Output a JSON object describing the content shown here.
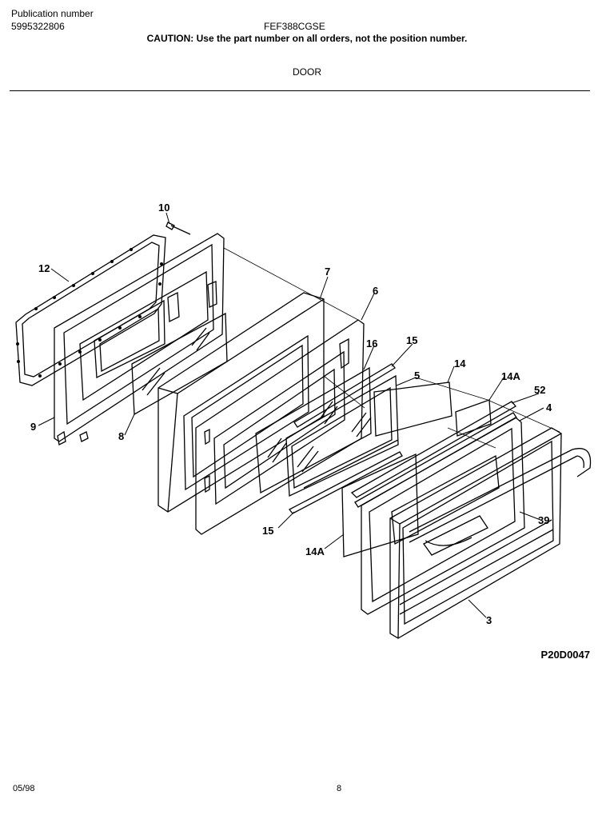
{
  "header": {
    "publication_label": "Publication number",
    "publication_number": "5995322806",
    "model_number": "FEF388CGSE",
    "caution": "CAUTION:  Use the part number on all orders, not the position number.",
    "section_title": "DOOR"
  },
  "diagram": {
    "callouts": [
      "10",
      "12",
      "7",
      "6",
      "16",
      "15",
      "14",
      "14A",
      "52",
      "5",
      "4",
      "9",
      "8",
      "15",
      "14A",
      "39",
      "3"
    ],
    "code": "P20D0047"
  },
  "footer": {
    "date": "05/98",
    "page": "8"
  }
}
